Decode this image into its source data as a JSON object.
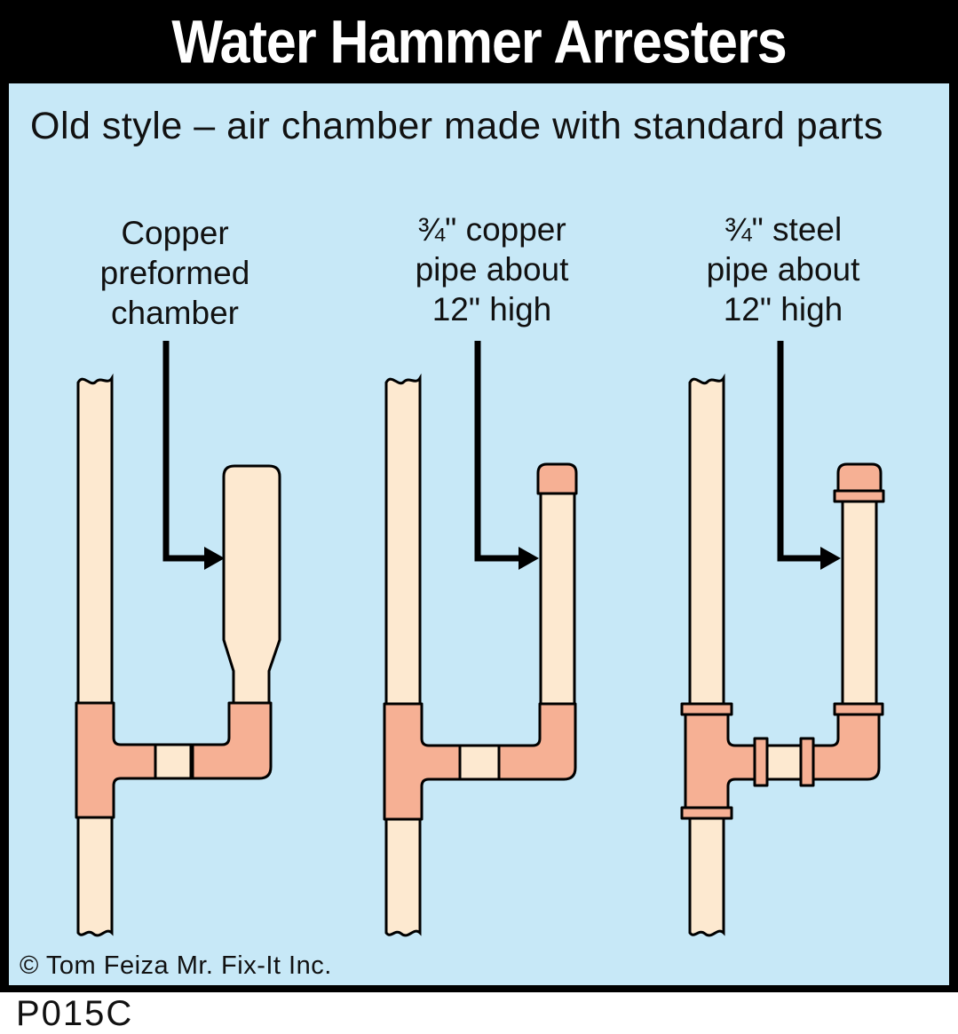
{
  "title": "Water Hammer Arresters",
  "subtitle": "Old style – air chamber made with standard parts",
  "copyright": "© Tom Feiza Mr. Fix-It Inc.",
  "code": "P015C",
  "colors": {
    "page_bg": "#ffffff",
    "title_bg": "#000000",
    "title_fg": "#ffffff",
    "panel_bg": "#c7e8f7",
    "pipe_fill": "#fde9d0",
    "fitting_fill": "#f6b094",
    "outline": "#000000",
    "text": "#111111"
  },
  "diagrams": [
    {
      "id": "preformed-chamber",
      "label_lines": [
        "Copper",
        "preformed",
        "chamber"
      ]
    },
    {
      "id": "copper-pipe",
      "label_lines": [
        "¾\" copper",
        "pipe about",
        "12\" high"
      ]
    },
    {
      "id": "steel-pipe",
      "label_lines": [
        "¾\" steel",
        "pipe about",
        "12\" high"
      ]
    }
  ]
}
